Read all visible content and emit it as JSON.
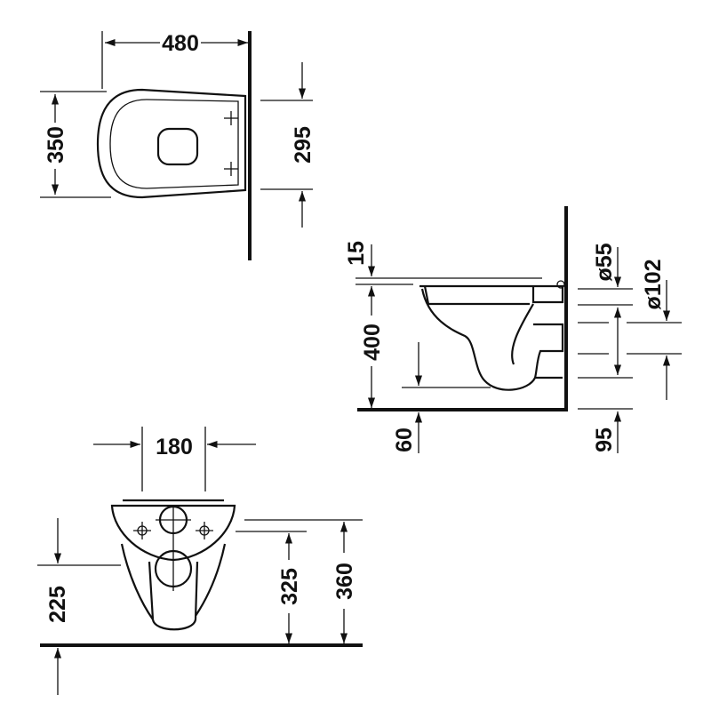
{
  "top_view": {
    "width_label": "480",
    "depth_label": "350",
    "fixing_label": "295"
  },
  "side_view": {
    "rim_label": "15",
    "height_label": "400",
    "floor_label": "60",
    "inlet_label": "ø55",
    "outlet_label": "ø102",
    "outlet_height_label": "95"
  },
  "front_view": {
    "width_label": "180",
    "outlet_label": "225",
    "fixing_label": "325",
    "inlet_label": "360"
  }
}
